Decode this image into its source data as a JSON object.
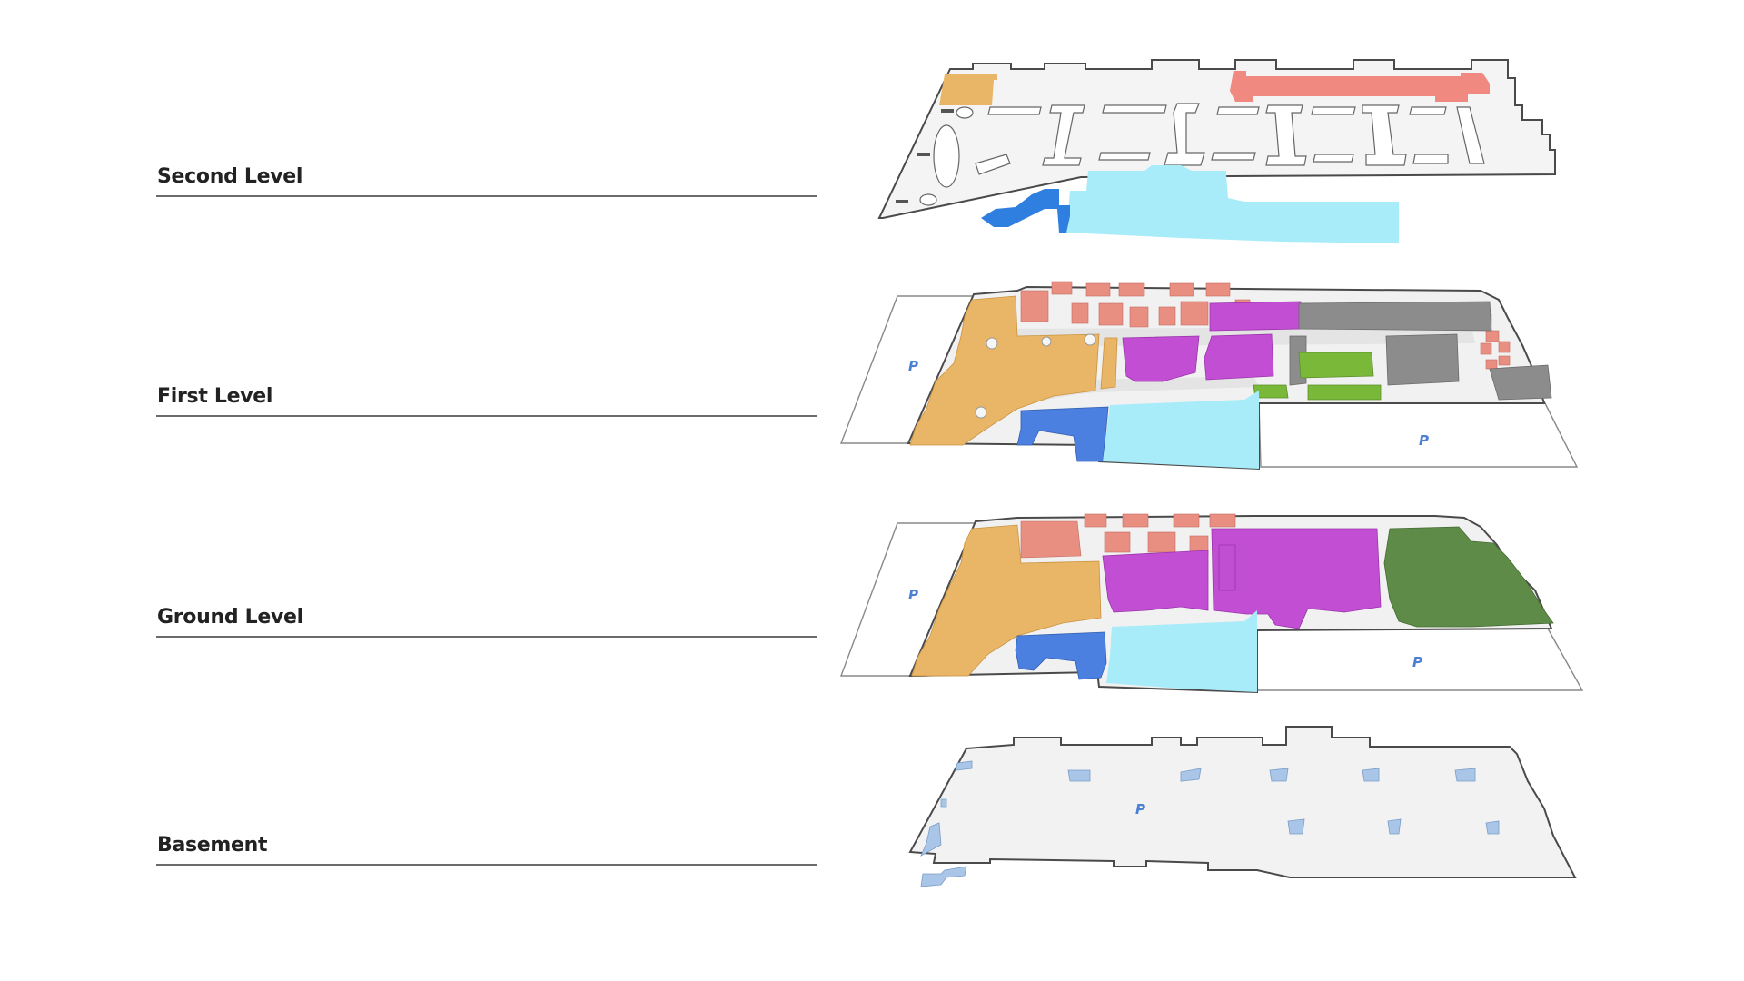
{
  "levels": [
    {
      "label": "Second Level"
    },
    {
      "label": "First Level"
    },
    {
      "label": "Ground Level"
    },
    {
      "label": "Basement"
    }
  ],
  "parking_symbol": "P",
  "colors": {
    "outline": "#555555",
    "floor": "#f2f2f2",
    "corridor": "#e6e6e6",
    "orange": "#e9b566",
    "salmon": "#f08a80",
    "light_salmon": "#e88f82",
    "blue": "#2f7fe0",
    "dark_blue": "#4b7fe0",
    "light_cyan": "#a8ecfa",
    "magenta": "#c24fd3",
    "gray": "#8c8c8c",
    "lime": "#7ab83a",
    "dark_green": "#5e8c48",
    "basement_blue": "#a9c6e8"
  }
}
